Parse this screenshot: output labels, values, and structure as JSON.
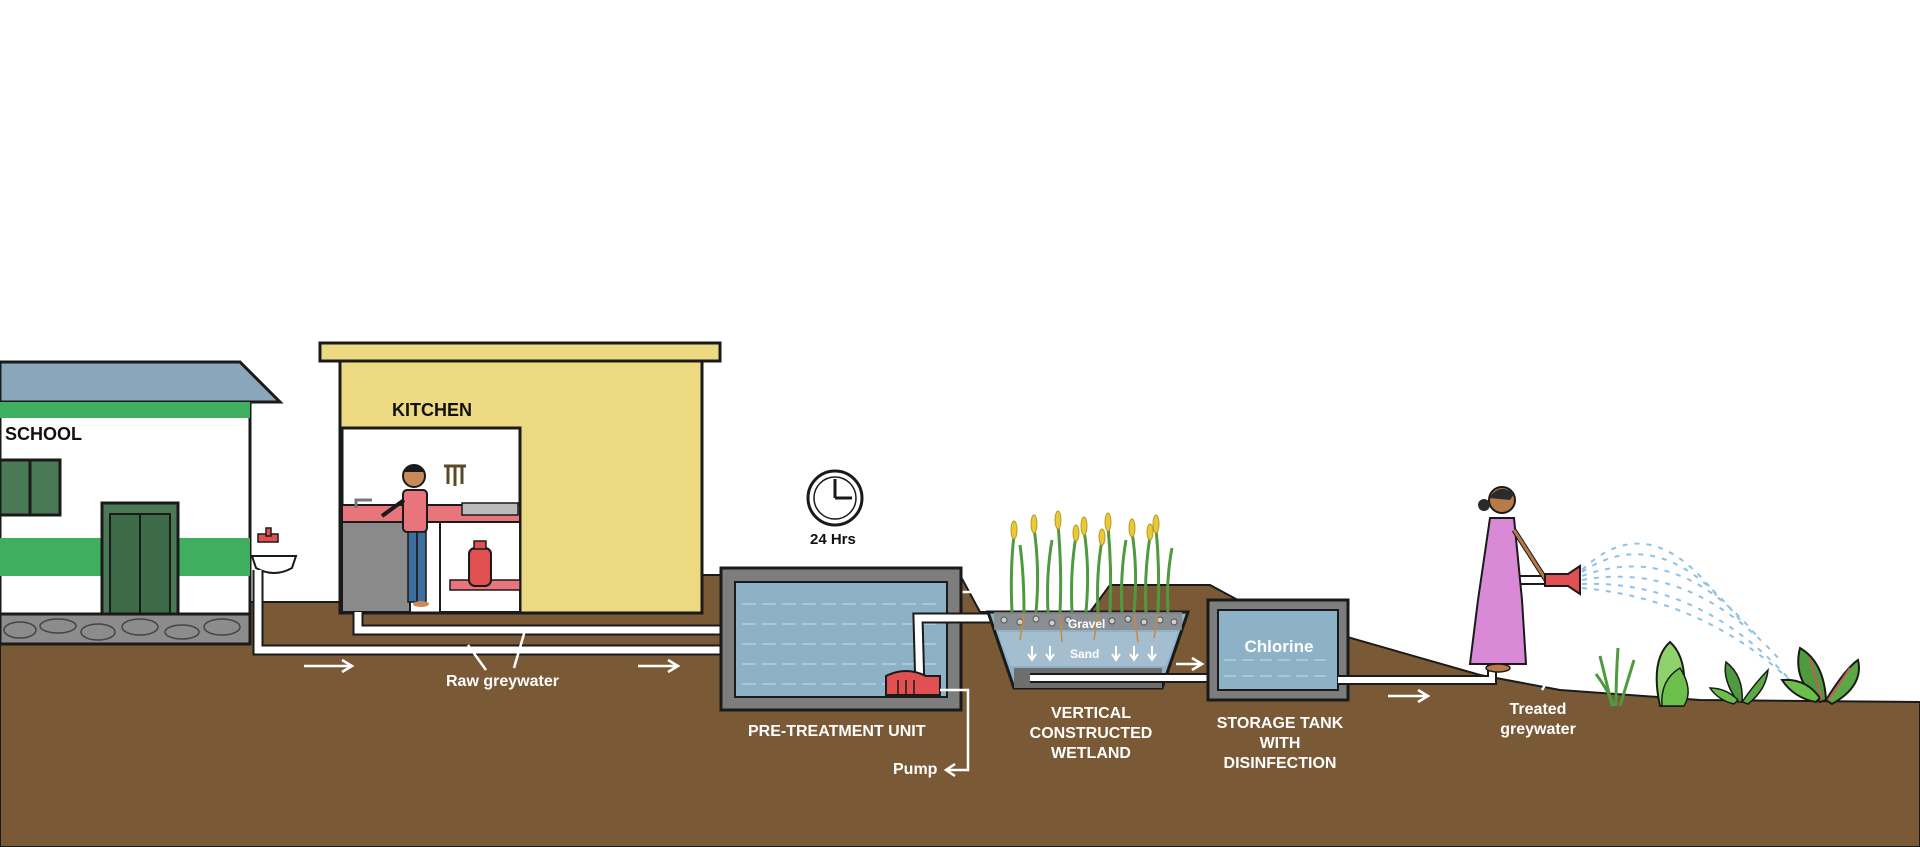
{
  "labels": {
    "school": "SCHOOL",
    "kitchen": "KITCHEN",
    "timer": "24 Hrs",
    "raw_greywater": "Raw greywater",
    "pretreatment": "PRE-TREATMENT UNIT",
    "pump": "Pump",
    "gravel": "Gravel",
    "sand": "Sand",
    "wetland_1": "VERTICAL",
    "wetland_2": "CONSTRUCTED",
    "wetland_3": "WETLAND",
    "chlorine": "Chlorine",
    "storage_1": "STORAGE TANK",
    "storage_2": "WITH",
    "storage_3": "DISINFECTION",
    "treated_1": "Treated",
    "treated_2": "greywater"
  },
  "colors": {
    "soil": "#7a5a36",
    "roof": "#8aa6ba",
    "school_green": "#3fae5f",
    "kitchen_wall": "#ecd982",
    "tank_water": "#8db1c6",
    "pipe": "#ffffff",
    "pump": "#e05050",
    "reed_green": "#4f9a3e",
    "reed_flower": "#e8c93a",
    "dress": "#d88ad6",
    "spray": "#8fc1e6"
  }
}
